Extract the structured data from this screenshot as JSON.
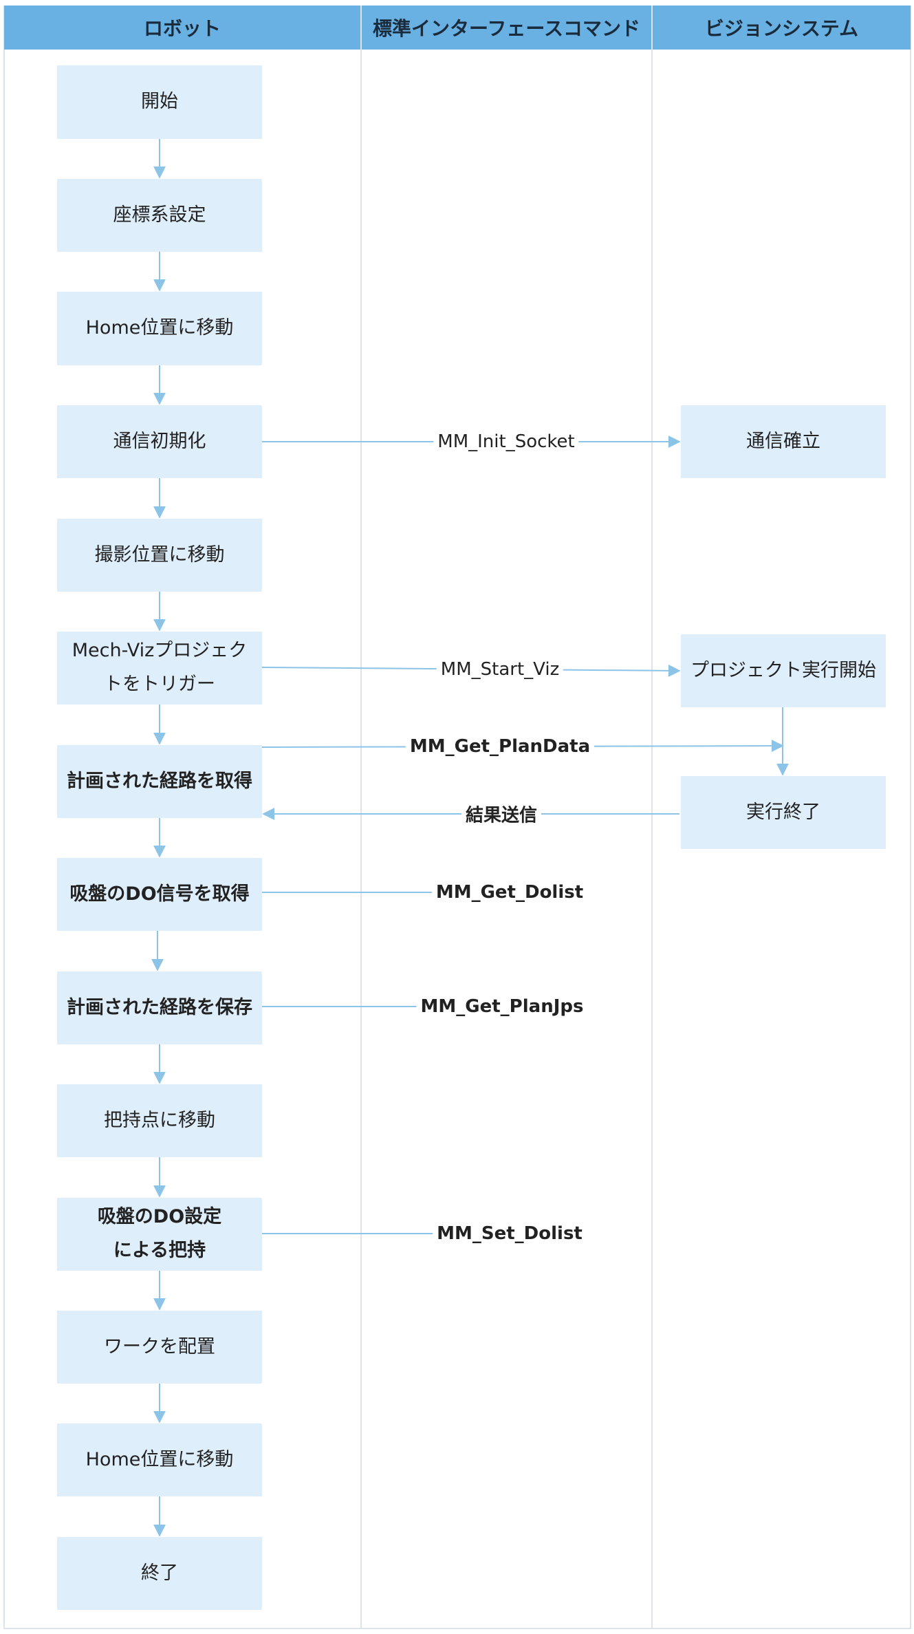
{
  "lanes": {
    "robot": "ロボット",
    "interface": "標準インターフェースコマンド",
    "vision": "ビジョンシステム"
  },
  "colors": {
    "header": "#69b0e3",
    "box": "#dfeefb",
    "line": "#8cc4e8",
    "border": "#dde3ea"
  },
  "steps": {
    "start": "開始",
    "coord": "座標系設定",
    "home1": "Home位置に移動",
    "init_comm": "通信初期化",
    "capture_pos": "撮影位置に移動",
    "trigger_line1": "Mech-Vizプロジェク",
    "trigger_line2": "トをトリガー",
    "get_path": "計画された経路を取得",
    "get_do": "吸盤のDO信号を取得",
    "save_path": "計画された経路を保存",
    "move_grasp": "把持点に移動",
    "grasp_line1": "吸盤のDO設定",
    "grasp_line2": "による把持",
    "place": "ワークを配置",
    "home2": "Home位置に移動",
    "end": "終了"
  },
  "vision_steps": {
    "established": "通信確立",
    "project_start": "プロジェクト実行開始",
    "done": "実行終了"
  },
  "messages": {
    "init_socket": "MM_Init_Socket",
    "start_viz": "MM_Start_Viz",
    "get_plandata": "MM_Get_PlanData",
    "result": "結果送信",
    "get_dolist": "MM_Get_Dolist",
    "get_planjps": "MM_Get_PlanJps",
    "set_dolist": "MM_Set_Dolist"
  }
}
